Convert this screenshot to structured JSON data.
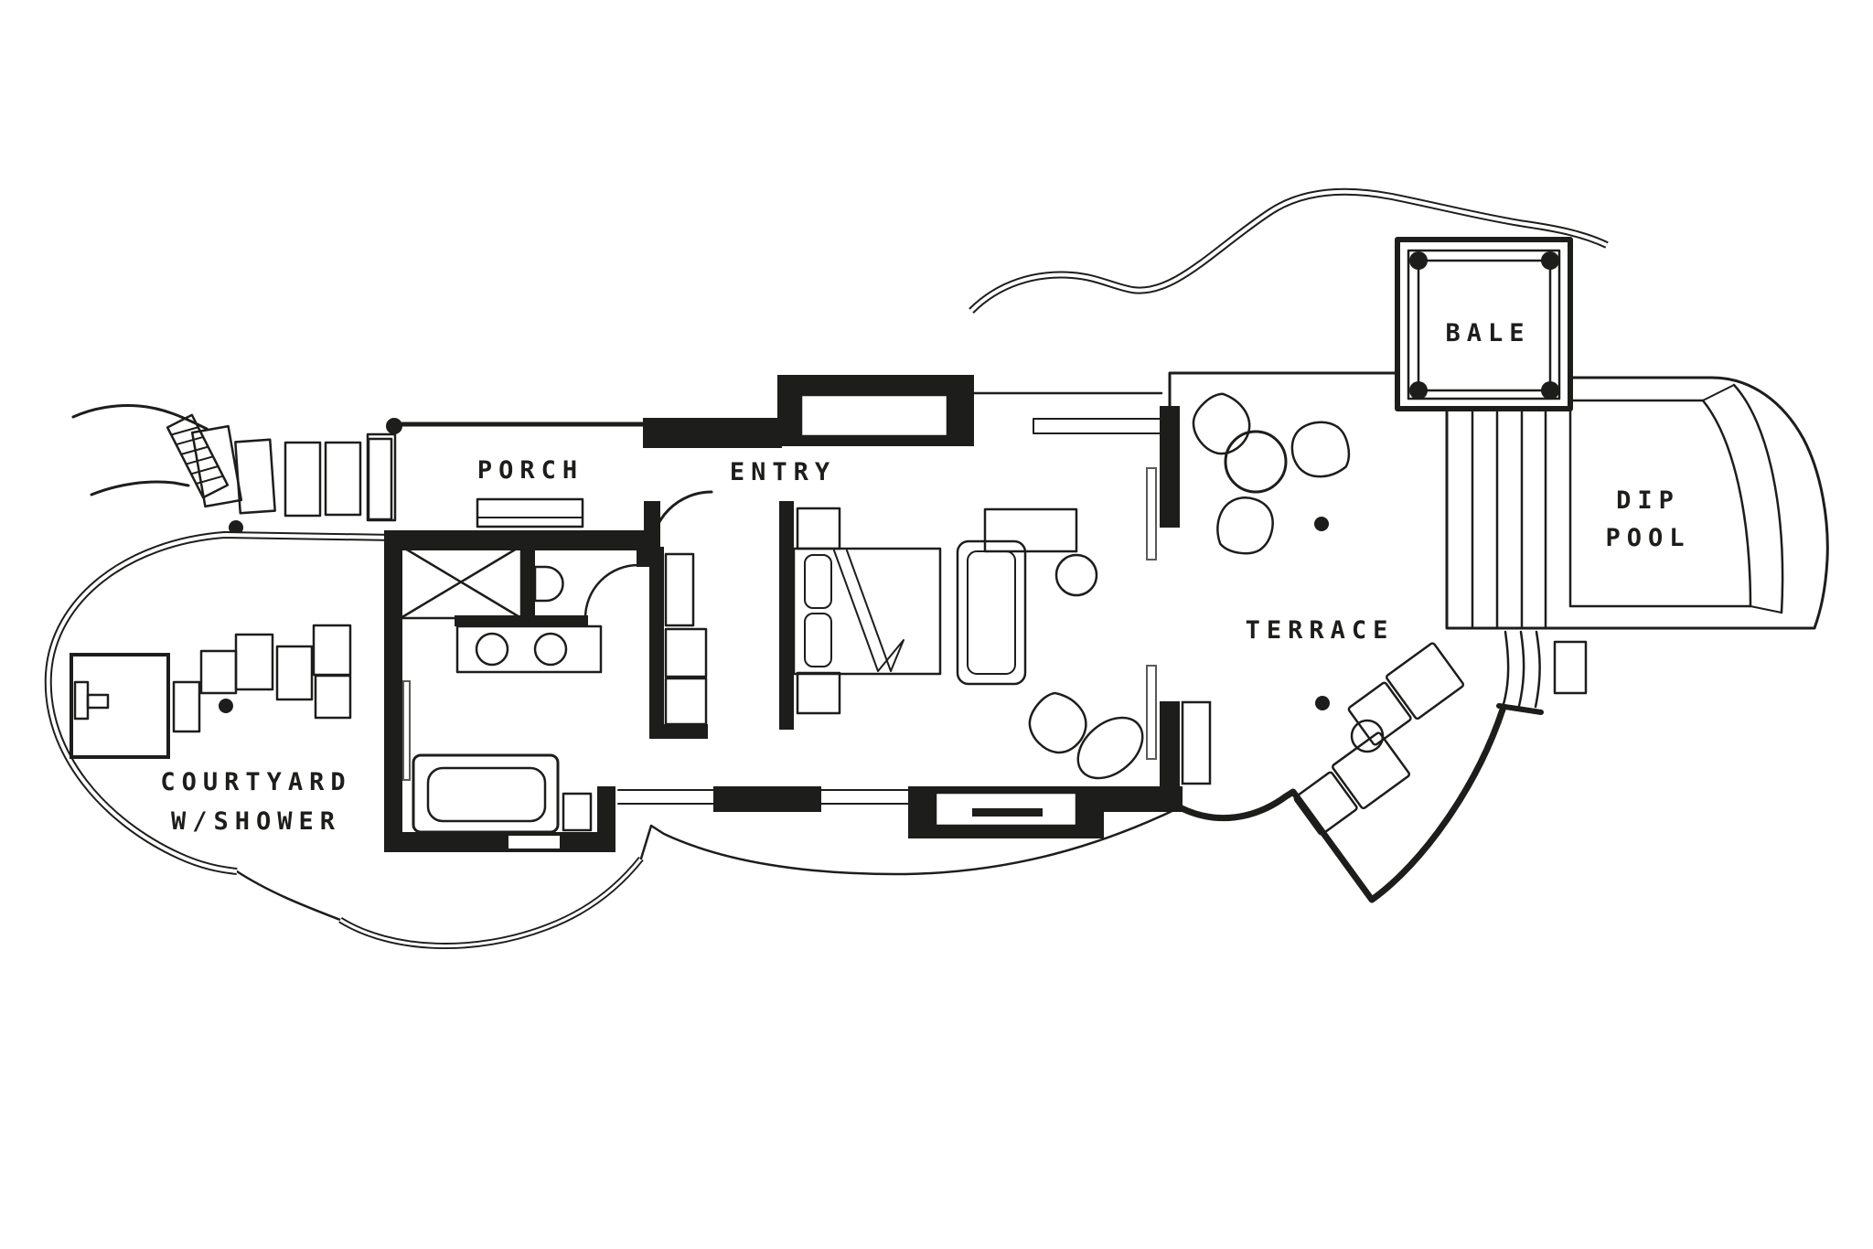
{
  "page": {
    "type": "architectural floor plan",
    "description": "Black-and-white line drawing of a resort villa suite: porch and entry leading to a bedroom with bath court, an enclosed courtyard with outdoor shower, and a terrace with bale pavilion and dip pool"
  },
  "colors": {
    "ink": "#1d1d1b",
    "background": "#ffffff"
  },
  "rooms": {
    "porch": {
      "label": "PORCH"
    },
    "entry": {
      "label": "ENTRY"
    },
    "terrace": {
      "label": "TERRACE"
    },
    "bale": {
      "label": "BALE"
    },
    "dip_pool": {
      "label_line1": "DIP",
      "label_line2": "POOL"
    },
    "courtyard": {
      "label_line1": "COURTYARD",
      "label_line2": "W/SHOWER"
    }
  },
  "symbols": [
    "bed-with-pillows",
    "folded-throw",
    "nightstand",
    "foot-bench",
    "wardrobe-shelves",
    "desk",
    "round-stool",
    "shower-stall-x",
    "toilet",
    "double-sink-vanity",
    "bathtub",
    "outdoor-shower-pad",
    "stepping-stones",
    "dining-table",
    "dining-chairs",
    "sun-loungers",
    "side-table",
    "pool-deck-steps",
    "bale-corner-posts",
    "garden-paths",
    "column-dots"
  ]
}
